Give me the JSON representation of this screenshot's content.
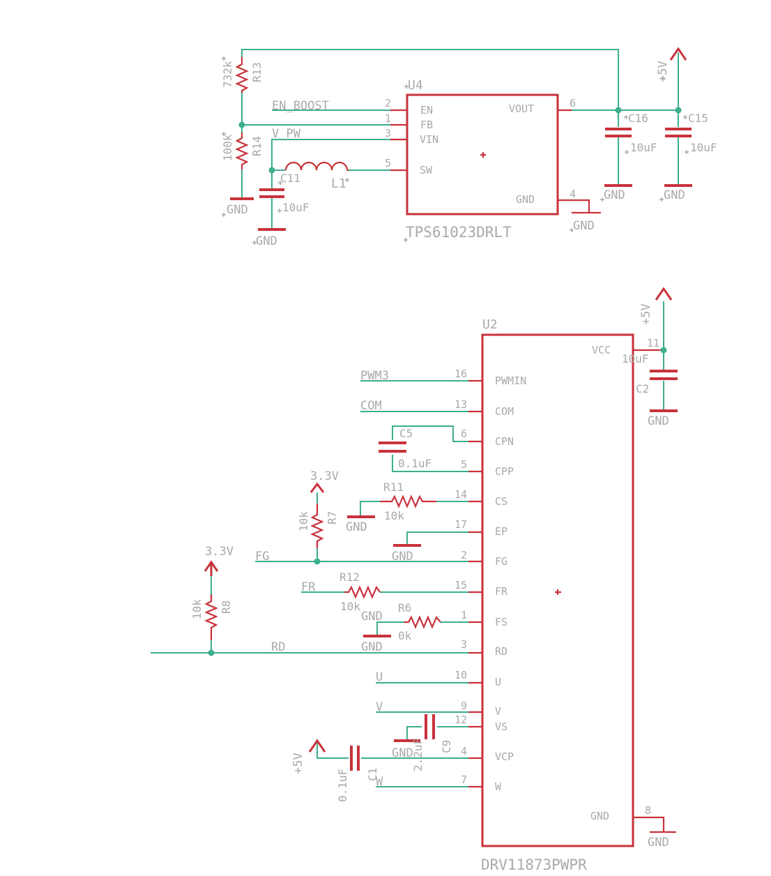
{
  "colors": {
    "wire": "#3cae8e",
    "part": "#c8323a",
    "text": "#a9a9a9",
    "background": "#ffffff"
  },
  "u4": {
    "ref": "U4",
    "part": "TPS61023DRLT",
    "pins": [
      {
        "name": "EN",
        "num": "2"
      },
      {
        "name": "FB",
        "num": "1"
      },
      {
        "name": "VIN",
        "num": "3"
      },
      {
        "name": "SW",
        "num": "5"
      },
      {
        "name": "VOUT",
        "num": "6"
      },
      {
        "name": "GND",
        "num": "4"
      }
    ]
  },
  "u2": {
    "ref": "U2",
    "part": "DRV11873PWPR",
    "pins": [
      {
        "name": "PWMIN",
        "num": "16"
      },
      {
        "name": "COM",
        "num": "13"
      },
      {
        "name": "CPN",
        "num": "6"
      },
      {
        "name": "CPP",
        "num": "5"
      },
      {
        "name": "CS",
        "num": "14"
      },
      {
        "name": "EP",
        "num": "17"
      },
      {
        "name": "FG",
        "num": "2"
      },
      {
        "name": "FR",
        "num": "15"
      },
      {
        "name": "FS",
        "num": "1"
      },
      {
        "name": "RD",
        "num": "3"
      },
      {
        "name": "U",
        "num": "10"
      },
      {
        "name": "V",
        "num": "9"
      },
      {
        "name": "VS",
        "num": "12"
      },
      {
        "name": "VCP",
        "num": "4"
      },
      {
        "name": "W",
        "num": "7"
      },
      {
        "name": "VCC",
        "num": "11"
      },
      {
        "name": "GND",
        "num": "8"
      }
    ]
  },
  "components": {
    "r13": {
      "ref": "R13",
      "value": "732k"
    },
    "r14": {
      "ref": "R14",
      "value": "100k"
    },
    "l1": {
      "ref": "L1"
    },
    "c11": {
      "ref": "C11",
      "value": "10uF"
    },
    "c16": {
      "ref": "C16",
      "value": "10uF"
    },
    "c15": {
      "ref": "C15",
      "value": "10uF"
    },
    "c2": {
      "ref": "C2",
      "value": "10uF"
    },
    "c5": {
      "ref": "C5",
      "value": "0.1uF"
    },
    "r11": {
      "ref": "R11",
      "value": "10k"
    },
    "r7": {
      "ref": "R7",
      "value": "10k"
    },
    "r12": {
      "ref": "R12",
      "value": "10k"
    },
    "r6": {
      "ref": "R6",
      "value": "0k"
    },
    "r8": {
      "ref": "R8",
      "value": "10k"
    },
    "c9": {
      "ref": "C9",
      "value": "2.2uF"
    },
    "c1": {
      "ref": "C1",
      "value": "0.1uF"
    }
  },
  "nets": {
    "en_boost": "EN_BOOST",
    "v_pw": "V_PW",
    "plus5v": "+5V",
    "gnd": "GND",
    "v33": "3.3V",
    "pwm3": "PWM3",
    "com": "COM",
    "fg": "FG",
    "fr": "FR",
    "rd": "RD",
    "u": "U",
    "v": "V",
    "w": "W"
  }
}
